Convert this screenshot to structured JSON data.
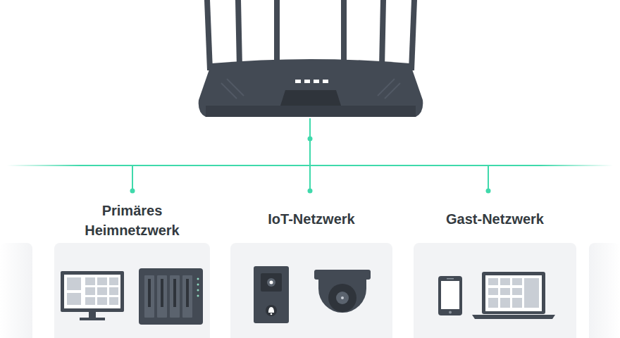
{
  "diagram": {
    "nodes": [
      {
        "text": [
          "Primäres Heimnetzwerk"
        ]
      },
      {
        "text": [
          "IoT-Netzwerk"
        ]
      },
      {
        "text": [
          "Gast-Netzwerk"
        ]
      }
    ]
  }
}
